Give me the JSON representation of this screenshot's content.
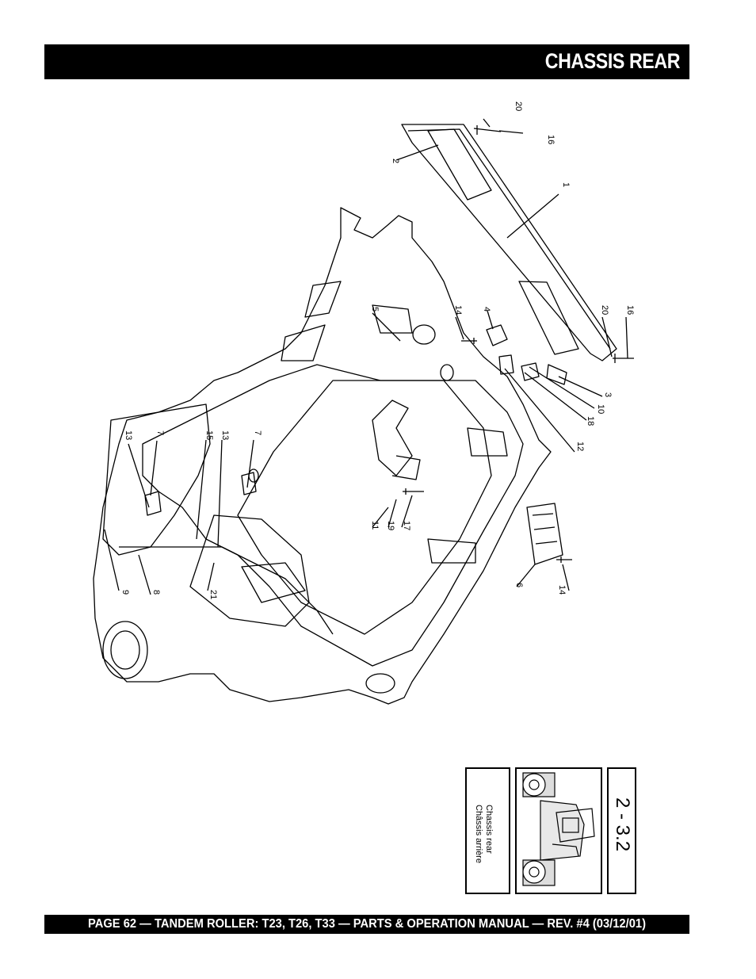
{
  "header": {
    "title": "CHASSIS REAR"
  },
  "diagram": {
    "callouts": [
      "20",
      "16",
      "2",
      "1",
      "14",
      "4",
      "5",
      "20",
      "16",
      "3",
      "10",
      "18",
      "12",
      "13",
      "7",
      "15",
      "13",
      "7",
      "11",
      "19",
      "17",
      "9",
      "8",
      "21",
      "6",
      "14"
    ]
  },
  "thumbnail": {
    "section_number": "2 - 3.2",
    "caption_en": "Chassis rear",
    "caption_fr": "Châssis arrière"
  },
  "footer": {
    "text": "PAGE 62 — TANDEM ROLLER: T23, T26, T33 — PARTS & OPERATION MANUAL — REV. #4 (03/12/01)"
  }
}
